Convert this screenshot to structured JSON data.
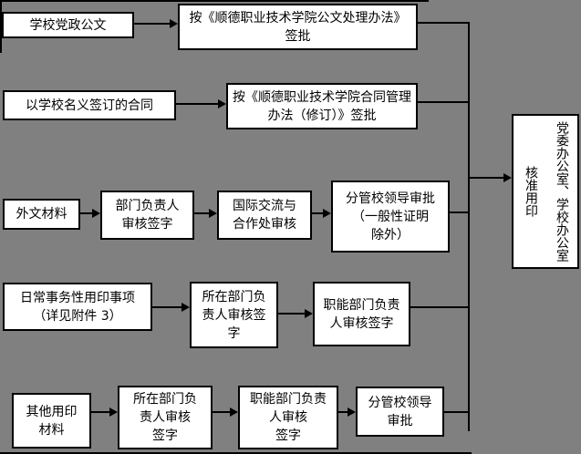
{
  "canvas": {
    "background_color": "#808080",
    "line_color": "#000000",
    "box_fill_color": "#ffffff"
  },
  "boxes": {
    "a1": {
      "label": "学校党政公文"
    },
    "a2": {
      "label": "按《顺德职业技术学院公文处理办法》\n签批"
    },
    "b1": {
      "label": "以学校名义签订的合同"
    },
    "b2": {
      "label": "按《顺德职业技术学院合同管理\n办法（修订）》签批"
    },
    "c1": {
      "label": "外文材料"
    },
    "c2": {
      "label": "部门负责人\n审核签字"
    },
    "c3": {
      "label": "国际交流与\n合作处审核"
    },
    "c4": {
      "label": "分管校领导审批\n（一般性证明\n除外）"
    },
    "d1": {
      "label": "日常事务性用印事项\n（详见附件 3）"
    },
    "d2": {
      "label": "所在部门负\n责人审核签\n字"
    },
    "d3": {
      "label": "职能部门负责\n人审核签字"
    },
    "e1": {
      "label": "其他用印\n材料"
    },
    "e2": {
      "label": "所在部门负\n责人审核\n签字"
    },
    "e3": {
      "label": "职能部门负责\n人审核\n签字"
    },
    "e4": {
      "label": "分管校领导\n审批"
    },
    "final": {
      "label": "党委办公室、学校办公室\n核准用印"
    }
  }
}
